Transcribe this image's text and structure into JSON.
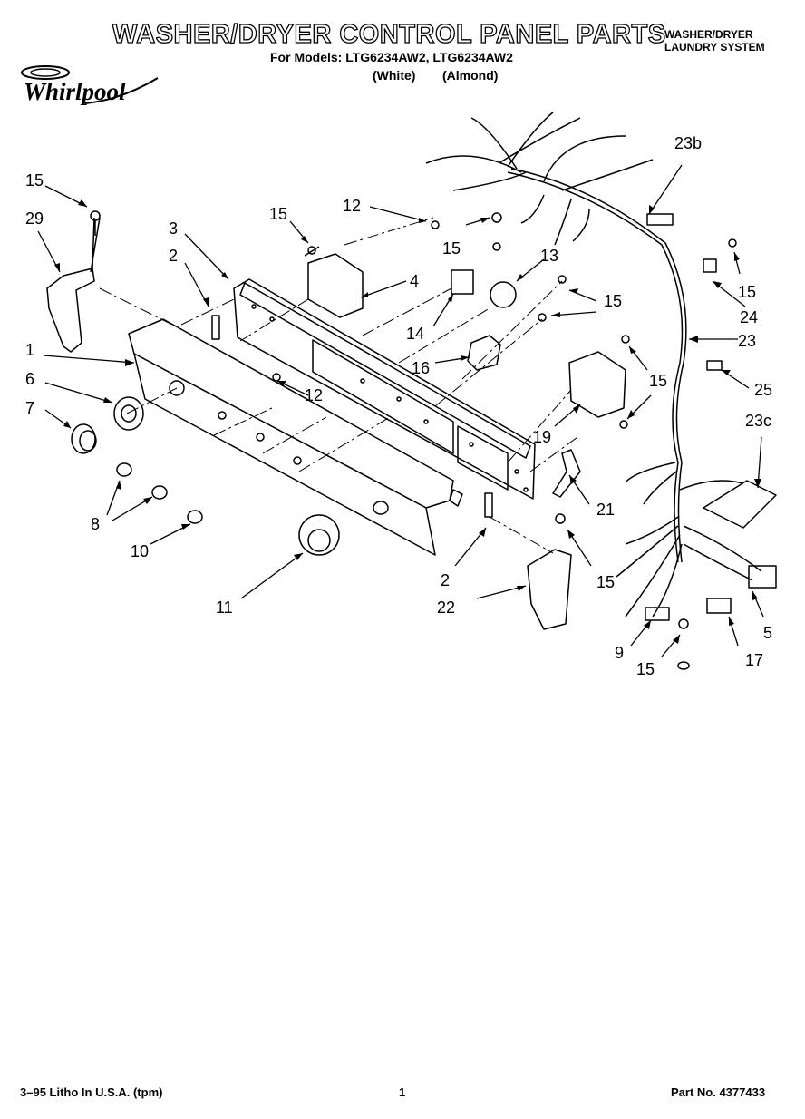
{
  "header": {
    "title": "WASHER/DRYER CONTROL PANEL PARTS",
    "models_line": "For Models: LTG6234AW2, LTG6234AW2",
    "color_white": "(White)",
    "color_almond": "(Almond)",
    "system_line1": "WASHER/DRYER",
    "system_line2": "LAUNDRY SYSTEM"
  },
  "brand": {
    "logo_text": "Whirlpool"
  },
  "callouts": [
    "15",
    "29",
    "3",
    "2",
    "15",
    "12",
    "15",
    "13",
    "4",
    "23b",
    "15",
    "24",
    "15",
    "14",
    "1",
    "6",
    "7",
    "12",
    "16",
    "23",
    "15",
    "25",
    "19",
    "23c",
    "15",
    "21",
    "8",
    "10",
    "2",
    "15",
    "22",
    "11",
    "5",
    "9",
    "17",
    "15"
  ],
  "footer": {
    "litho": "3–95 Litho In U.S.A. (tpm)",
    "page": "1",
    "part_no": "Part No. 4377433"
  },
  "colors": {
    "ink": "#000000",
    "paper": "#ffffff"
  }
}
